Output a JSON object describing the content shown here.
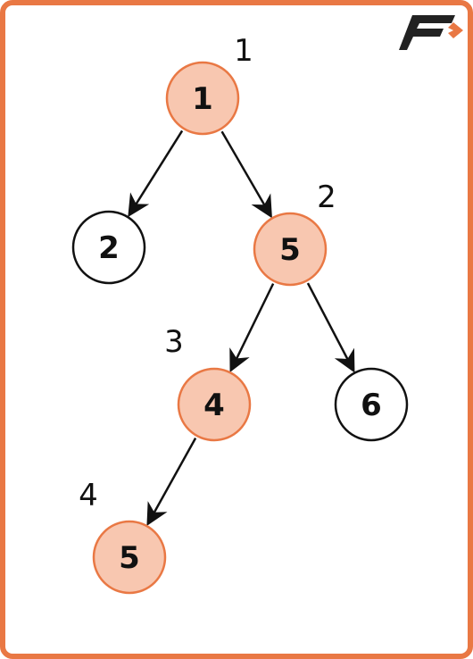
{
  "diagram": {
    "nodes": [
      {
        "id": "n1",
        "label": "1",
        "order": "1",
        "highlighted": true
      },
      {
        "id": "n2",
        "label": "2",
        "order": "",
        "highlighted": false
      },
      {
        "id": "n5a",
        "label": "5",
        "order": "2",
        "highlighted": true
      },
      {
        "id": "n4",
        "label": "4",
        "order": "3",
        "highlighted": true
      },
      {
        "id": "n6",
        "label": "6",
        "order": "",
        "highlighted": false
      },
      {
        "id": "n5b",
        "label": "5",
        "order": "4",
        "highlighted": true
      }
    ],
    "edges": [
      {
        "from": "n1",
        "to": "n2"
      },
      {
        "from": "n1",
        "to": "n5a"
      },
      {
        "from": "n5a",
        "to": "n4"
      },
      {
        "from": "n5a",
        "to": "n6"
      },
      {
        "from": "n4",
        "to": "n5b"
      }
    ],
    "colors": {
      "frame": "#e97844",
      "highlight_fill": "#f8c7b0",
      "highlight_stroke": "#e97844",
      "plain_fill": "#ffffff",
      "plain_stroke": "#111111",
      "edge": "#111111",
      "text": "#111111",
      "logo_dark": "#222222",
      "logo_accent": "#e97844"
    },
    "logo_icon": "brand-logo-icon"
  }
}
